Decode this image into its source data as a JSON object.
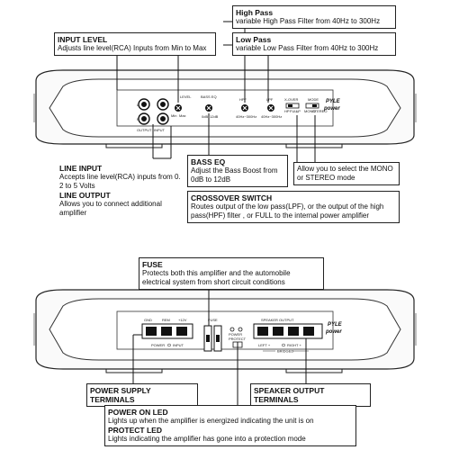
{
  "top": {
    "input_level": {
      "title": "INPUT LEVEL",
      "desc": "Adjusts line level(RCA) Inputs from Min to Max"
    },
    "high_pass": {
      "title": "High Pass",
      "desc": "variable High Pass Filter from 40Hz to 300Hz"
    },
    "low_pass": {
      "title": "Low Pass",
      "desc": "variable Low Pass Filter from 40Hz to 300Hz"
    },
    "line_input": {
      "title": "LINE INPUT",
      "desc": "Accepts line level(RCA) inputs from 0. 2 to 5 Volts"
    },
    "line_output": {
      "title": "LINE OUTPUT",
      "desc": "Allows you to connect additional amplifier"
    },
    "bass_eq": {
      "title": "BASS  EQ",
      "desc": "Adjust the Bass Boost from 0dB to 12dB"
    },
    "mode": {
      "desc": "Allow you to select the MONO or STEREO mode"
    },
    "crossover": {
      "title": "CROSSOVER SWITCH",
      "desc": "Routes output of the  low pass(LPF), or the output of the high pass(HPF) filter , or FULL to the internal power amplifier"
    },
    "panel": {
      "l": "L",
      "r": "R",
      "output": "OUTPUT",
      "input": "INPUT",
      "level": "LEVEL",
      "min": "Min",
      "max": "Max",
      "bass_eq": "BASS EQ",
      "odb": "0dB",
      "12db": "12dB",
      "hpf": "HPF",
      "hpf_range": "40Hz~300Hz",
      "lpf": "LPF",
      "lpf_range": "40Hz~300Hz",
      "x_over": "X-OVER",
      "hp": "HP",
      "full": "FULL",
      "lp": "LP",
      "mode": "MODE",
      "mono": "MONO",
      "stereo": "STEREO",
      "brand1": "PYLE",
      "brand2": "power"
    }
  },
  "bottom": {
    "fuse": {
      "title": "FUSE",
      "desc": "Protects both this amplifier and the automobile electrical system from short circuit conditions"
    },
    "power_supply": {
      "title": "POWER SUPPLY TERMINALS"
    },
    "speaker_output": {
      "title": "SPEAKER OUTPUT TERMINALS"
    },
    "power_led": {
      "title": "POWER ON LED",
      "desc": "Lights up when the amplifier is energized indicating the unit is on"
    },
    "protect_led": {
      "title": "PROTECT LED",
      "desc": "Lights indicating the amplifier has gone into a protection mode"
    },
    "panel": {
      "gnd": "GND",
      "rem": "REM",
      "v12": "+12V",
      "fuse": "FUSE",
      "power": "POWER",
      "protect": "PROTECT",
      "speaker_output": "SPEAKER OUTPUT",
      "left_plus": "LEFT +",
      "right_plus": "RIGHT +",
      "bridged": "BRIDGED",
      "power_led_label": "POWER",
      "input_led_label": "INPUT",
      "brand1": "PYLE",
      "brand2": "power"
    }
  }
}
